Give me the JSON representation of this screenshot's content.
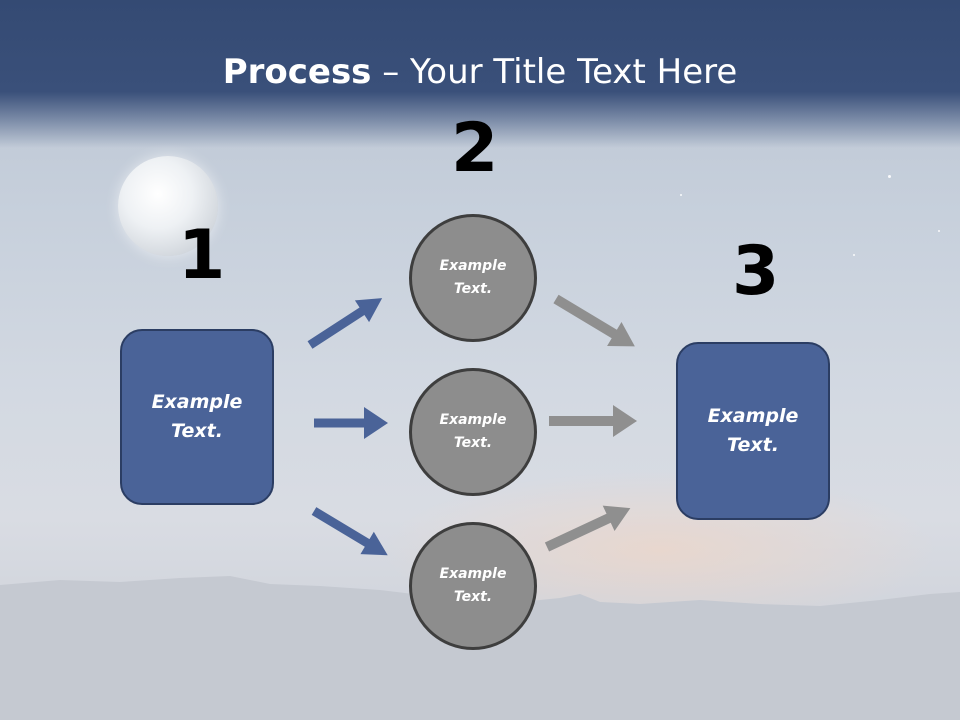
{
  "slide": {
    "title_bold": "Process",
    "title_rest": " – Your Title Text Here"
  },
  "steps": {
    "one": {
      "number": "1",
      "box_text": "Example\nText."
    },
    "two": {
      "number": "2",
      "circles": [
        {
          "text": "Example\nText."
        },
        {
          "text": "Example\nText."
        },
        {
          "text": "Example\nText."
        }
      ]
    },
    "three": {
      "number": "3",
      "box_text": "Example\nText."
    }
  },
  "colors": {
    "header": "#344a73",
    "box_fill": "#4a6398",
    "box_border": "#2b3d63",
    "circle_fill": "#8d8d8d",
    "circle_border": "#3e3e3e",
    "blue_arrow": "#4a6398",
    "gray_arrow": "#8f8f8f"
  }
}
